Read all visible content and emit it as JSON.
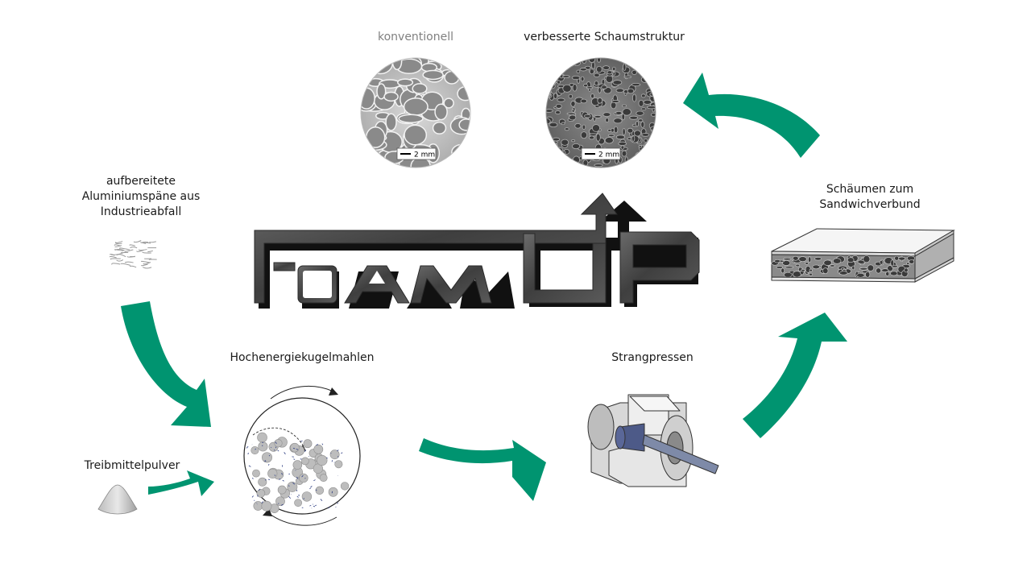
{
  "labels": {
    "konventionell": "konventionell",
    "verbessert": "verbesserte Schaumstruktur",
    "spaene_1": "aufbereitete",
    "spaene_2": "Aluminiumspäne aus",
    "spaene_3": "Industrieabfall",
    "kugelmahlen": "Hochenergiekugelmahlen",
    "treibmittel": "Treibmittelpulver",
    "strangpressen": "Strangpressen",
    "schaeumen_1": "Schäumen zum",
    "schaeumen_2": "Sandwichverbund"
  },
  "scale_bars": {
    "left": "2 mm",
    "right": "2 mm"
  },
  "logo_text": "FOAM UP",
  "colors": {
    "arrow_green": "#009470",
    "logo_dark": "#4a4a4a",
    "label_text": "#1a1a1a",
    "label_grey": "#808080"
  }
}
